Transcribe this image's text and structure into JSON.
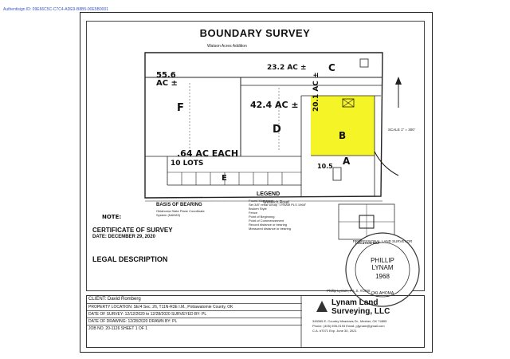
{
  "header_stamp": "Authentisign ID: 09E66C5C-C7C4-ADE9-B8B5-00E5B0001",
  "title": "BOUNDARY SURVEY",
  "legend": {
    "heading": "LEGEND",
    "items": [
      "Found Monument",
      "Set 3/8\" rebar w/cap \"LYNAM PLS 1968\"",
      "Broken Style",
      "Fence",
      "Point of Beginning",
      "Point of Commencement",
      "Record distance or bearing",
      "Measured distance or bearing"
    ]
  },
  "basis_of_bearing": {
    "heading": "BASIS OF BEARING",
    "text": "Oklahoma State Plane Coordinate System (NAD83)"
  },
  "certificate": {
    "heading": "CERTIFICATE OF SURVEY",
    "date": "DATE: DECEMBER 29, 2020"
  },
  "legal_heading": "LEGAL DESCRIPTION",
  "notes_heading": "NOTE:",
  "location_map": "LOCATION MAP",
  "seal": {
    "name": "PHILLIP LYNAM",
    "number": "1968",
    "state": "OKLAHOMA",
    "ring": "PROFESSIONAL LAND SURVEYOR"
  },
  "signature": "Phillip Lynam, P.L.S. #1968",
  "company": {
    "name_line1": "Lynam Land",
    "name_line2": "Surveying, LLC",
    "address": "345065 E. Country Meadows Dr., Meeker, OK 74855",
    "phone": "Phone: (405) 695-0193 Email: pjlynam@gmail.com",
    "ca": "C.A. #7071   Exp. June 30, 2021"
  },
  "info_rows": [
    "CLIENT: David Romberg",
    "PROPERTY LOCATION: SE/4 Sec. 26, T11N-R3E I.M., Pottawatomie County, OK",
    "DATE OF SURVEY: 12/12/2020 to 12/28/2020    SURVEYED BY: PL",
    "DATE OF DRAWING: 12/28/2020    DRAWN BY: PL",
    "JOB NO. 20-1126    SHEET 1 OF 1"
  ],
  "tract_labels": {
    "a": "A",
    "b": "B",
    "c": "C",
    "d": "D",
    "e": "E",
    "f": "F"
  },
  "acreage": {
    "f": "55.6 AC ±",
    "c": "23.2 AC ±",
    "d": "42.4 AC ±",
    "b": "20.1 AC ±",
    "a": "10.5",
    "e": ".64 AC EACH",
    "e_lots": "10 LOTS"
  },
  "road": "Westech Road",
  "addition": "Watson Acres Addition",
  "scale": "SCALE 1\" = 300'"
}
